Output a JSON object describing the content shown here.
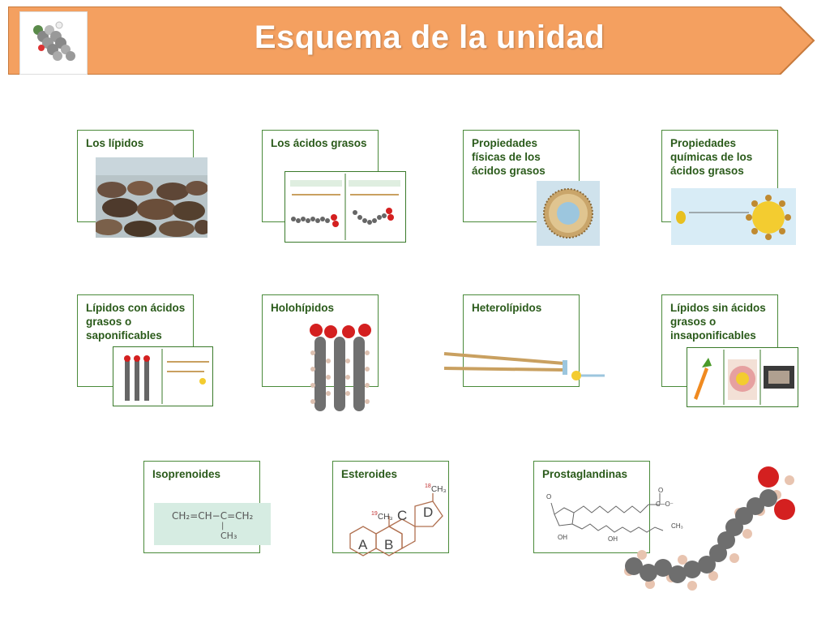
{
  "header": {
    "title": "Esquema de la unidad",
    "color": "#f4a060",
    "border_color": "#c87a3c"
  },
  "cards": [
    {
      "id": "c1",
      "label": "Los lípidos"
    },
    {
      "id": "c2",
      "label": "Los ácidos grasos"
    },
    {
      "id": "c3",
      "label": "Propiedades físicas de los ácidos grasos"
    },
    {
      "id": "c4",
      "label": "Propiedades químicas de los ácidos grasos"
    },
    {
      "id": "c5",
      "label": "Lípidos con ácidos grasos o saponificables"
    },
    {
      "id": "c6",
      "label": "Holohípidos"
    },
    {
      "id": "c7",
      "label": "Heterolípidos"
    },
    {
      "id": "c8",
      "label": "Lípidos sin ácidos grasos o insaponificables"
    },
    {
      "id": "c9",
      "label": "Isoprenoides"
    },
    {
      "id": "c10",
      "label": "Esteroides"
    },
    {
      "id": "c11",
      "label": "Prostaglandinas"
    }
  ],
  "formulas": {
    "isoprene_line1": "CH₂=CH−C=CH₂",
    "isoprene_line2": "CH₃",
    "steroid_ring_a": "A",
    "steroid_ring_b": "B",
    "steroid_ring_c": "C",
    "steroid_ring_d": "D",
    "steroid_ch3_18": "CH₃",
    "steroid_ch3_19": "CH₃",
    "steroid_sup_18": "18",
    "steroid_sup_19": "19",
    "prost_oh1": "OH",
    "prost_oh2": "OH",
    "prost_o": "O",
    "prost_ch3": "CH₃",
    "prost_coo": "C─O⁻"
  },
  "colors": {
    "card_border": "#4a8a3a",
    "label_text": "#2a5a1a",
    "atom_red": "#d42020",
    "atom_gray": "#777777",
    "atom_white": "#e8c4b0"
  }
}
